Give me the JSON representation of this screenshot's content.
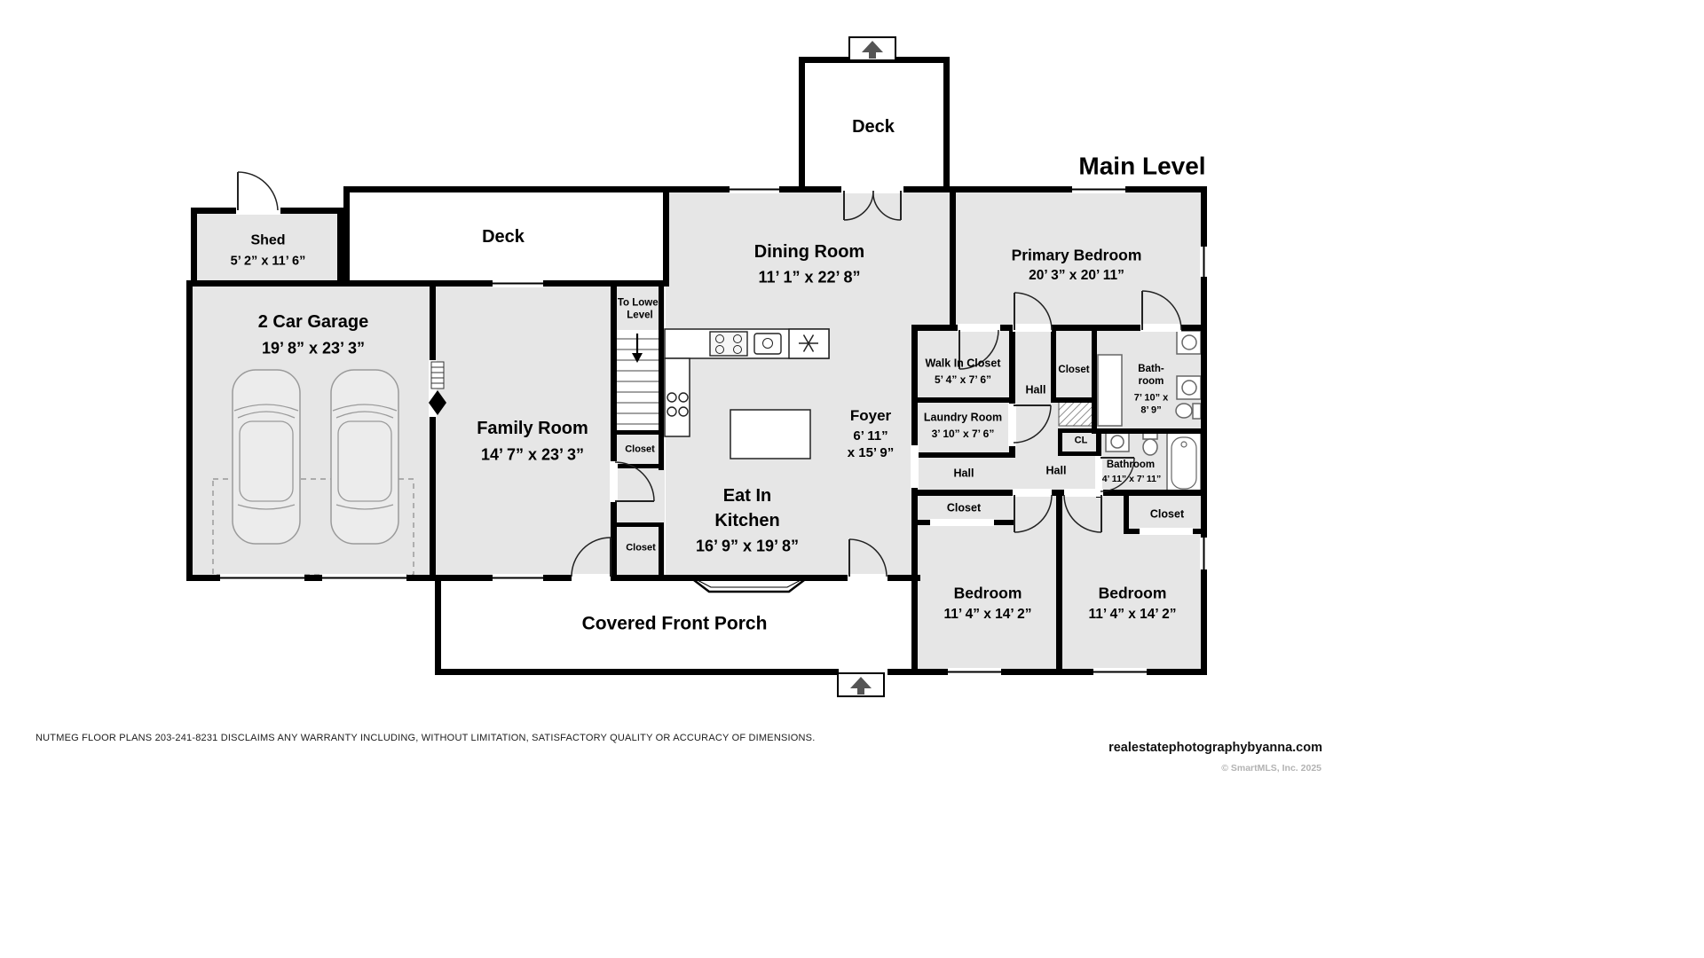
{
  "title": "Main Level",
  "rooms": {
    "deck_top": {
      "name": "Deck"
    },
    "deck_left": {
      "name": "Deck"
    },
    "shed": {
      "name": "Shed",
      "dims": "5’ 2” x 11’ 6”"
    },
    "garage": {
      "name": "2 Car Garage",
      "dims": "19’ 8” x 23’ 3”"
    },
    "family_room": {
      "name": "Family Room",
      "dims": "14’ 7” x 23’ 3”"
    },
    "dining_room": {
      "name": "Dining Room",
      "dims": "11’ 1” x 22’ 8”"
    },
    "primary_bedroom": {
      "name": "Primary Bedroom",
      "dims": "20’ 3” x 20’ 11”"
    },
    "eat_in_kitchen": {
      "line1": "Eat In",
      "line2": "Kitchen",
      "dims": "16’ 9” x 19’ 8”"
    },
    "foyer": {
      "name": "Foyer",
      "dims_line1": "6’ 11”",
      "dims_line2": "x 15’ 9”"
    },
    "walk_in_closet": {
      "name": "Walk In Closet",
      "dims": "5’ 4” x 7’ 6”"
    },
    "laundry_room": {
      "name": "Laundry Room",
      "dims": "3’ 10” x 7’ 6”"
    },
    "bathroom_primary": {
      "line1": "Bath-",
      "line2": "room",
      "dims_line1": "7’ 10” x",
      "dims_line2": "8’ 9”"
    },
    "bathroom_hall": {
      "name": "Bathroom",
      "dims": "4’ 11” x 7’ 11”"
    },
    "bedroom_left": {
      "name": "Bedroom",
      "dims": "11’ 4” x 14’ 2”"
    },
    "bedroom_right": {
      "name": "Bedroom",
      "dims": "11’ 4” x 14’ 2”"
    },
    "covered_front_porch": {
      "name": "Covered Front Porch"
    },
    "stairs": {
      "label": "To Lower Level"
    }
  },
  "labels": {
    "closet": "Closet",
    "cl": "CL",
    "hall": "Hall"
  },
  "footer": {
    "disclaimer": "NUTMEG FLOOR PLANS 203-241-8231 DISCLAIMS ANY WARRANTY INCLUDING, WITHOUT LIMITATION, SATISFACTORY QUALITY OR ACCURACY OF DIMENSIONS.",
    "website": "realestatephotographybyanna.com",
    "copyright": "© SmartMLS, Inc.  2025"
  },
  "colors": {
    "room_fill": "#e6e6e6",
    "wall": "#000000",
    "fixture": "#8a8a8a"
  }
}
